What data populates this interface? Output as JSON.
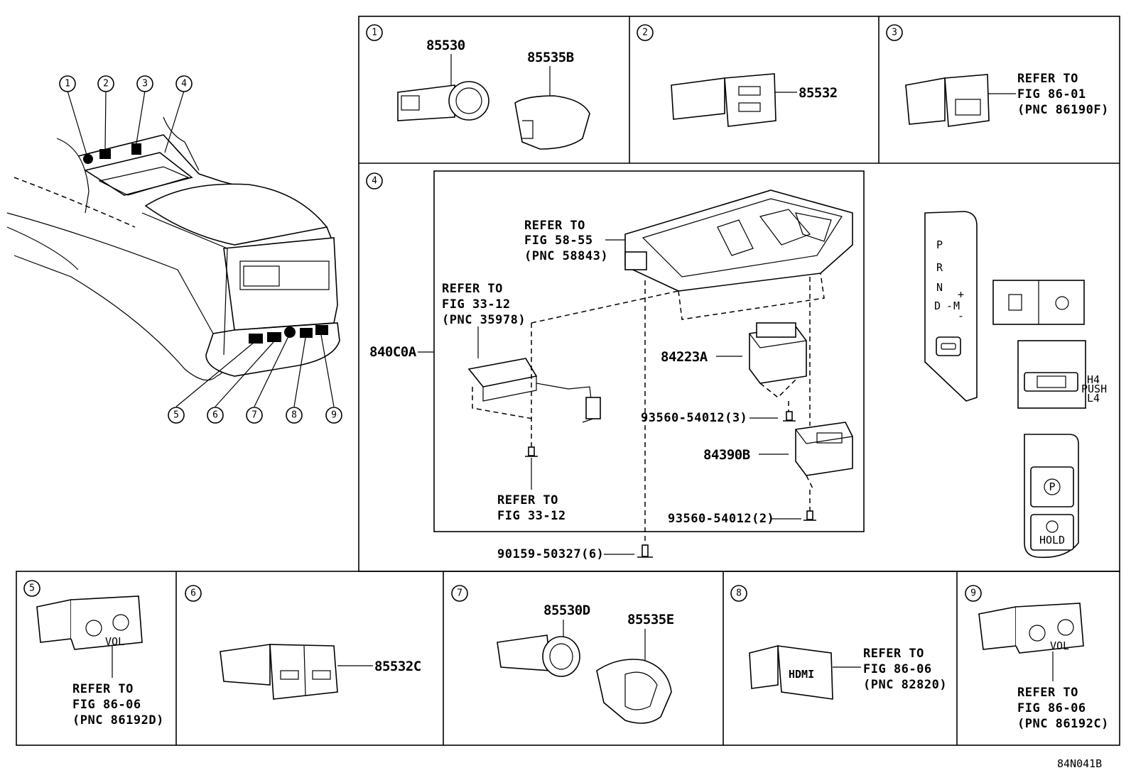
{
  "diagram_code": "84N041B",
  "overview_callouts": [
    "1",
    "2",
    "3",
    "4",
    "5",
    "6",
    "7",
    "8",
    "9"
  ],
  "panel1": {
    "num": "1",
    "parts": [
      "85530",
      "85535B"
    ]
  },
  "panel2": {
    "num": "2",
    "parts": [
      "85532"
    ]
  },
  "panel3": {
    "num": "3",
    "ref": [
      "REFER TO",
      "FIG 86-01",
      "(PNC 86190F)"
    ]
  },
  "panel4": {
    "num": "4",
    "assembly": "840C0A",
    "ref_a": [
      "REFER TO",
      "FIG 58-55",
      "(PNC 58843)"
    ],
    "ref_b": [
      "REFER TO",
      "FIG 33-12",
      "(PNC 35978)"
    ],
    "ref_c": [
      "REFER TO",
      "FIG 33-12"
    ],
    "parts": [
      "84223A",
      "84390B"
    ],
    "fasteners": [
      "93560-54012(3)",
      "93560-54012(2)",
      "90159-50327(6)"
    ],
    "shifter_letters": [
      "P",
      "R",
      "N",
      "D",
      "-",
      "M",
      "+",
      "-"
    ],
    "switch_labels": [
      "H4",
      "PUSH",
      "L4"
    ],
    "hold_label": "HOLD",
    "park_label": "P"
  },
  "panel5": {
    "num": "5",
    "ref": [
      "REFER TO",
      "FIG 86-06",
      "(PNC 86192D)"
    ],
    "vol": "VOL"
  },
  "panel6": {
    "num": "6",
    "parts": [
      "85532C"
    ]
  },
  "panel7": {
    "num": "7",
    "parts": [
      "85530D",
      "85535E"
    ]
  },
  "panel8": {
    "num": "8",
    "ref": [
      "REFER TO",
      "FIG 86-06",
      "(PNC 82820)"
    ],
    "hdmi": "HDMI"
  },
  "panel9": {
    "num": "9",
    "ref": [
      "REFER TO",
      "FIG 86-06",
      "(PNC 86192C)"
    ],
    "vol": "VOL"
  }
}
